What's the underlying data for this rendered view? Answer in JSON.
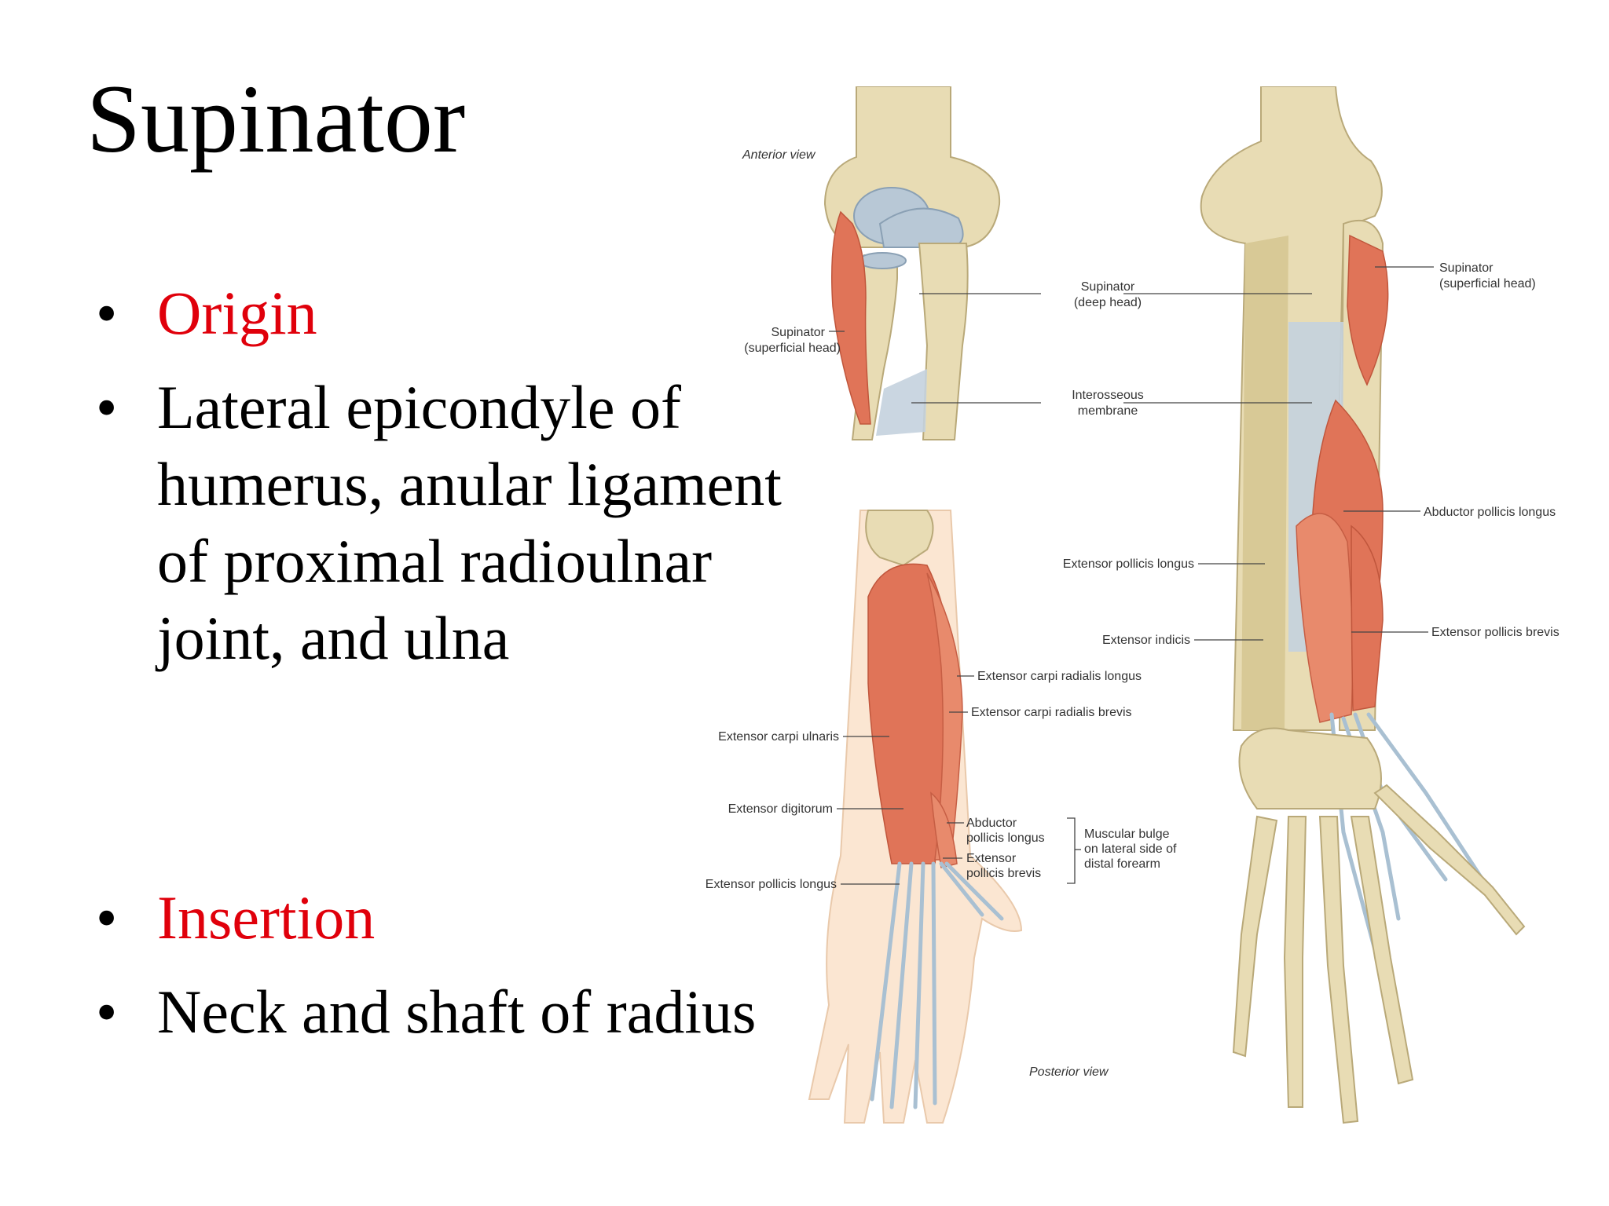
{
  "slide": {
    "title": "Supinator",
    "bullets": [
      {
        "text": "Origin",
        "color": "#e0000b"
      },
      {
        "lines": [
          "Lateral epicondyle of",
          "humerus, anular  ligament",
          "of proximal radioulnar",
          "joint, and ulna"
        ],
        "color": "#000000"
      },
      {
        "text": "Insertion",
        "color": "#e0000b"
      },
      {
        "text": "Neck and shaft of radius",
        "color": "#000000"
      }
    ],
    "bullet_char": "•"
  },
  "figure": {
    "views": {
      "anterior": "Anterior view",
      "posterior": "Posterior view"
    },
    "labels": {
      "supinator_superficial_left": [
        "Supinator",
        "(superficial head)"
      ],
      "supinator_deep": [
        "Supinator",
        "(deep head)"
      ],
      "supinator_superficial_right": [
        "Supinator",
        "(superficial head)"
      ],
      "interosseous": [
        "Interosseous",
        "membrane"
      ],
      "abductor_pollicis_longus_right": "Abductor pollicis longus",
      "extensor_pollicis_longus_mid": "Extensor pollicis longus",
      "extensor_indicis": "Extensor indicis",
      "extensor_pollicis_brevis_right": "Extensor pollicis brevis",
      "ecrl": "Extensor carpi radialis longus",
      "ecrb": "Extensor carpi radialis brevis",
      "ecu": "Extensor carpi ulnaris",
      "ext_digitorum": "Extensor digitorum",
      "epl_left": "Extensor pollicis longus",
      "apl_small": [
        "Abductor",
        "pollicis longus"
      ],
      "epb_small": [
        "Extensor",
        "pollicis brevis"
      ],
      "bulge": [
        "Muscular bulge",
        "on lateral side of",
        "distal forearm"
      ]
    }
  }
}
